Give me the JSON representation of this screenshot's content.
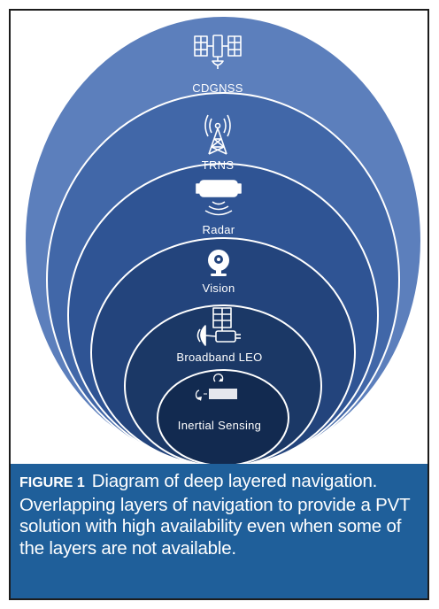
{
  "diagram": {
    "layers": [
      {
        "label": "CDGNSS",
        "icon": "satellite-icon",
        "color": "#5c7fbc"
      },
      {
        "label": "TRNS",
        "icon": "radio-tower-icon",
        "color": "#4167a8"
      },
      {
        "label": "Radar",
        "icon": "radar-sensor-icon",
        "color": "#2f5494"
      },
      {
        "label": "Vision",
        "icon": "camera-icon",
        "color": "#23447c"
      },
      {
        "label": "Broadband LEO",
        "icon": "leo-satellite-dish-icon",
        "color": "#1b3866"
      },
      {
        "label": "Inertial Sensing",
        "icon": "imu-icon",
        "color": "#122a50"
      }
    ]
  },
  "caption": {
    "label": "FIGURE 1",
    "text": "Diagram of deep layered navigation. Overlapping layers of navigation to provide a PVT solution with high availability even when some of the layers are not available."
  },
  "colors": {
    "caption_background": "#1f5f9a",
    "ring_stroke": "#ffffff"
  }
}
